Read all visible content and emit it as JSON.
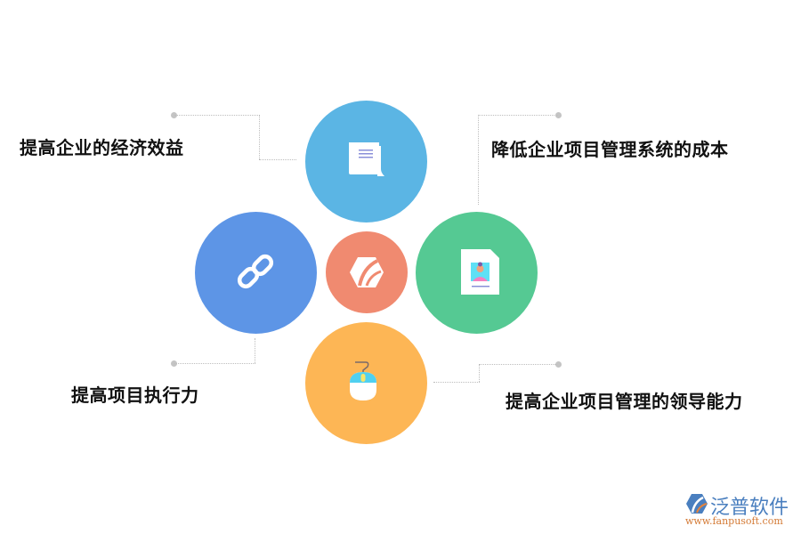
{
  "diagram": {
    "center": {
      "icon": "hexagon-leaf-logo-icon",
      "color": "#f08a70"
    },
    "nodes": [
      {
        "id": "top",
        "icon": "scroll-document-icon",
        "color": "#5bb5e4",
        "label": "提高企业的经济效益"
      },
      {
        "id": "right",
        "icon": "id-card-document-icon",
        "color": "#55c993",
        "label": "降低企业项目管理系统的成本"
      },
      {
        "id": "left",
        "icon": "chain-link-icon",
        "color": "#5d95e6",
        "label": "提高项目执行力"
      },
      {
        "id": "bottom",
        "icon": "computer-mouse-icon",
        "color": "#fdb655",
        "label": "提高企业项目管理的领导能力"
      }
    ]
  },
  "watermark": {
    "brand": "泛普软件",
    "url": "www.fanpusoft.com"
  }
}
